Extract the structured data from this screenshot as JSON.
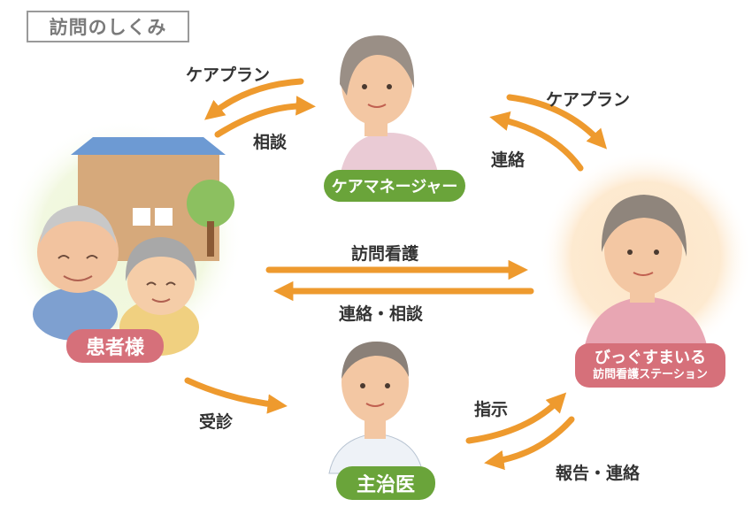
{
  "title": "訪問のしくみ",
  "nodes": {
    "care_manager": "ケアマネージャー",
    "patient": "患者様",
    "station_name": "びっぐすまいる",
    "station_sub": "訪問看護ステーション",
    "doctor": "主治医"
  },
  "edges": {
    "patient_to_cm": "ケアプラン",
    "cm_to_patient": "相談",
    "cm_to_station": "ケアプラン",
    "station_to_cm": "連絡",
    "patient_to_station": "訪問看護",
    "station_to_patient": "連絡・相談",
    "patient_to_doctor": "受診",
    "doctor_to_station": "指示",
    "station_to_doctor": "報告・連絡"
  },
  "colors": {
    "arrow": "#ee9a2e",
    "green_label": "#6aa43a",
    "red_label": "#d6707a"
  }
}
